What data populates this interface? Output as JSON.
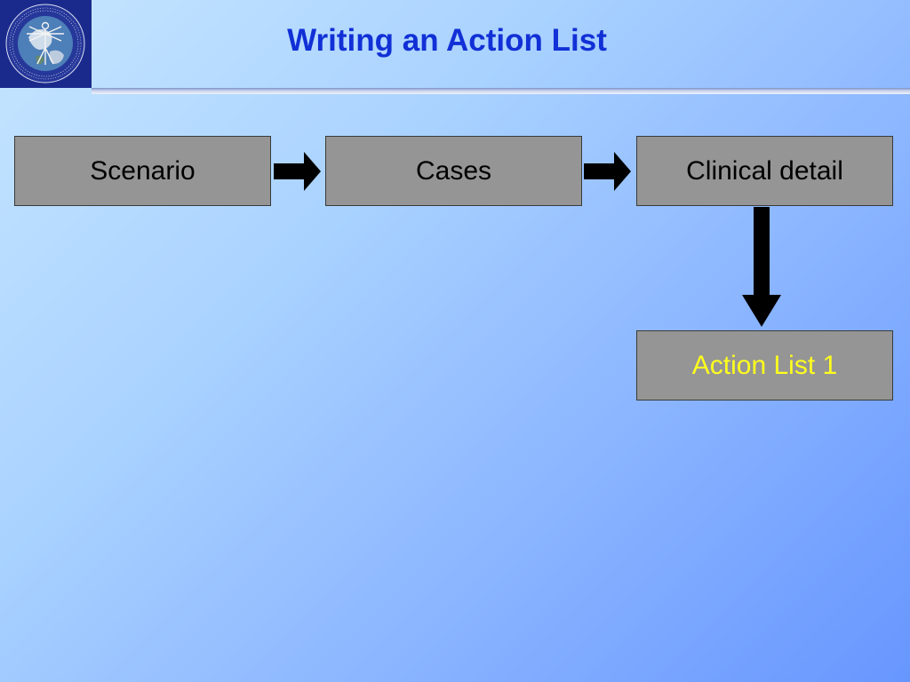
{
  "title": "Writing an Action List",
  "flow": {
    "boxes": [
      {
        "label": "Scenario"
      },
      {
        "label": "Cases"
      },
      {
        "label": "Clinical detail"
      },
      {
        "label": "Action List 1"
      }
    ],
    "connections": [
      {
        "from": "Scenario",
        "to": "Cases"
      },
      {
        "from": "Cases",
        "to": "Clinical detail"
      },
      {
        "from": "Clinical detail",
        "to": "Action List 1"
      }
    ]
  },
  "colors": {
    "title": "#1130d6",
    "box_fill": "#959595",
    "box_text": "#000000",
    "highlight_text": "#ffff1e",
    "arrow": "#000000",
    "logo_bg": "#1a2a8c"
  },
  "icons": {
    "logo": "vitruvian-man-globe-logo"
  }
}
